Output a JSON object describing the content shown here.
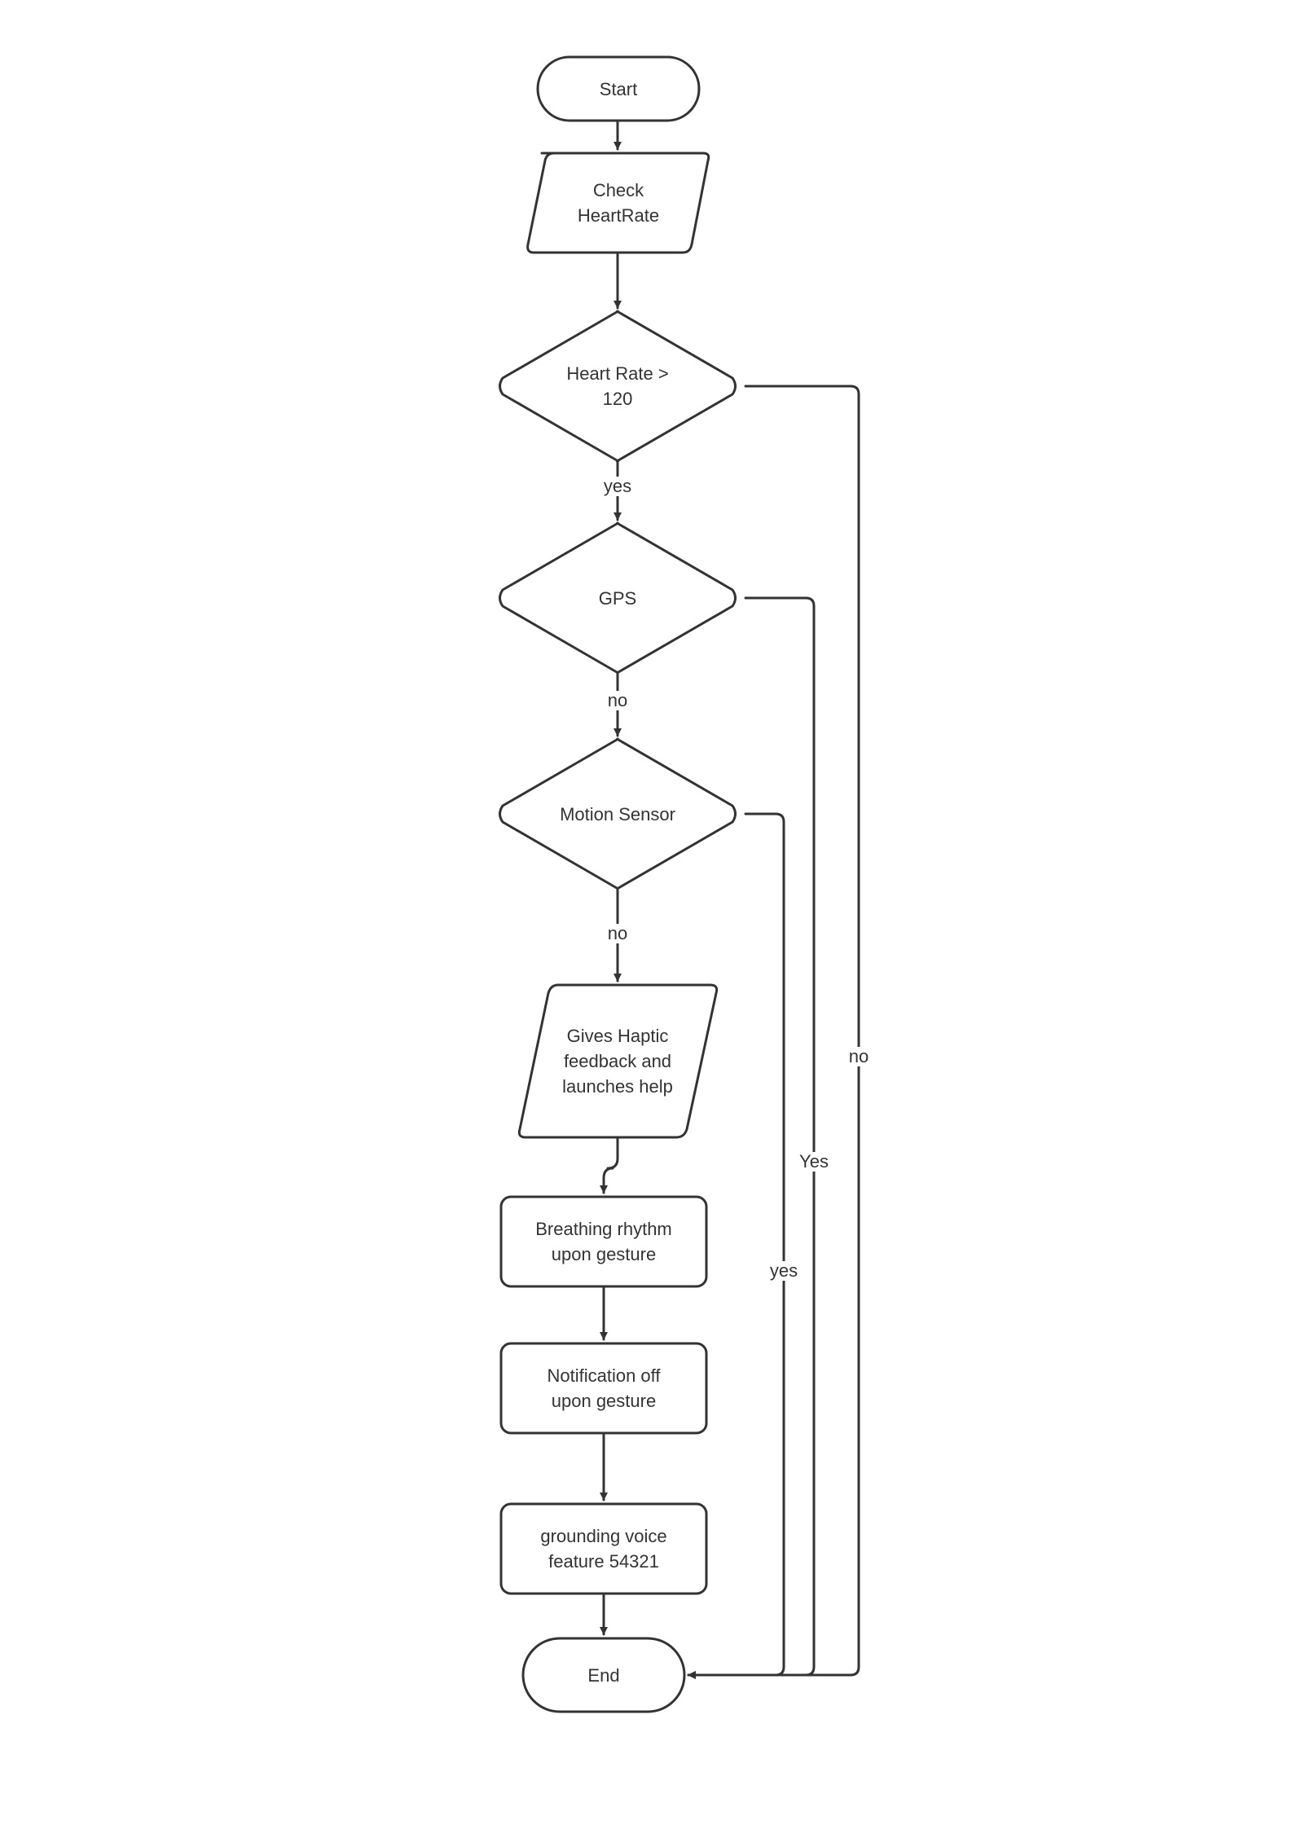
{
  "diagram": {
    "nodes": {
      "start": "Start",
      "check_heart_rate": "Check\nHeartRate",
      "heart_rate_decision": "Heart Rate >\n120",
      "gps_decision": "GPS",
      "motion_sensor_decision": "Motion Sensor",
      "haptic_feedback": "Gives Haptic\nfeedback and\nlaunches help",
      "breathing_rhythm": "Breathing rhythm\nupon gesture",
      "notification_off": "Notification off\nupon gesture",
      "grounding_voice": "grounding voice\nfeature 54321",
      "end": "End"
    },
    "edge_labels": {
      "heart_rate_yes": "yes",
      "gps_no": "no",
      "motion_no": "no",
      "heart_rate_no": "no",
      "gps_yes": "Yes",
      "motion_yes": "yes"
    },
    "colors": {
      "stroke": "#333333",
      "fill": "#ffffff",
      "text": "#333333"
    }
  }
}
